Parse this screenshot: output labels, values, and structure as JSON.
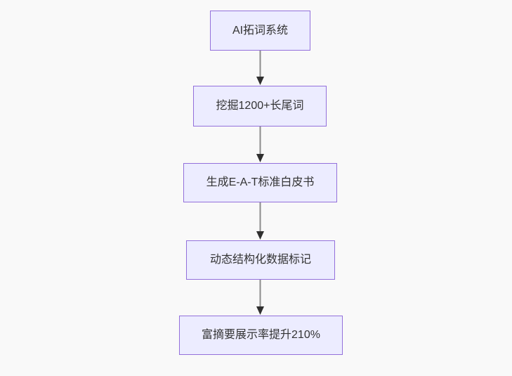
{
  "diagram": {
    "type": "flowchart",
    "direction": "top-down",
    "nodes": [
      {
        "id": "A",
        "label": "AI拓词系统"
      },
      {
        "id": "B",
        "label": "挖掘1200+长尾词"
      },
      {
        "id": "C",
        "label": "生成E-A-T标准白皮书"
      },
      {
        "id": "D",
        "label": "动态结构化数据标记"
      },
      {
        "id": "E",
        "label": "富摘要展示率提升210%"
      }
    ],
    "edges": [
      {
        "from": "A",
        "to": "B"
      },
      {
        "from": "B",
        "to": "C"
      },
      {
        "from": "C",
        "to": "D"
      },
      {
        "from": "D",
        "to": "E"
      }
    ],
    "colors": {
      "background": "#f9f9f9",
      "node_fill": "#ececff",
      "node_border": "#9370db",
      "node_text": "#333333",
      "edge_line": "#8c8c8c",
      "arrowhead": "#2f2f2f"
    }
  }
}
